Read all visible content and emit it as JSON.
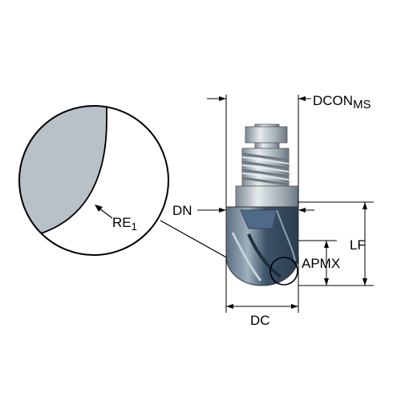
{
  "labels": {
    "dcon": "DCON",
    "dcon_sub": "MS",
    "dn": "DN",
    "lf": "LF",
    "apmx": "APMX",
    "dc": "DC",
    "re": "RE",
    "re_sub": "1"
  },
  "colors": {
    "line": "#000000",
    "face_gray": "#b9c1c8",
    "steel_light": "#d2d8dc",
    "steel_mid": "#9aa5ae",
    "steel_dark": "#5d6a75",
    "head_dark": "#3a4f62",
    "head_blue": "#2b4a63"
  },
  "icons": {
    "detail_view": "magnified-corner-radius-view",
    "tool": "ball-nose-end-mill-head"
  }
}
